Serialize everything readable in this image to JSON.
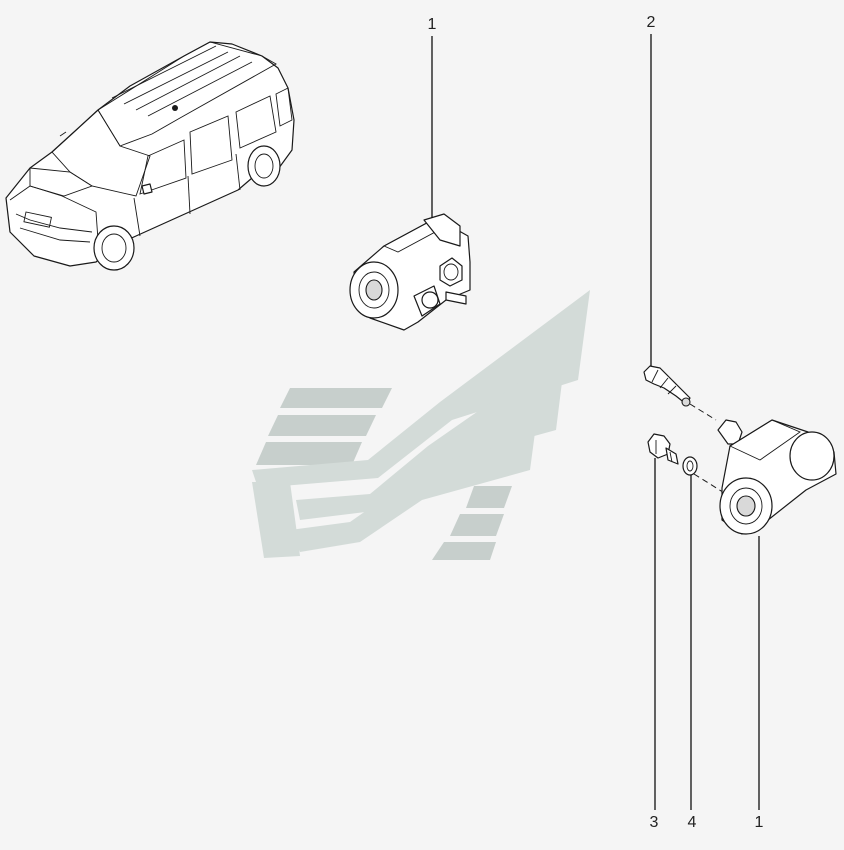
{
  "diagram": {
    "background_color": "#f5f5f5",
    "watermark_color": "#d3dbd8",
    "watermark_dark_color": "#c7cfcc",
    "callouts": [
      {
        "id": "c1-top",
        "label": "1"
      },
      {
        "id": "c2",
        "label": "2"
      },
      {
        "id": "c3",
        "label": "3"
      },
      {
        "id": "c4",
        "label": "4"
      },
      {
        "id": "c1-bottom",
        "label": "1"
      }
    ]
  }
}
